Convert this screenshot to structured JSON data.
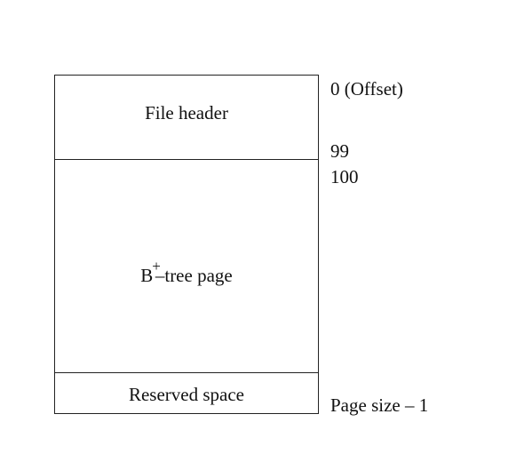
{
  "blocks": {
    "file_header": "File header",
    "btree_base": "B",
    "btree_sup": "+",
    "btree_rest": "–tree page",
    "reserved": "Reserved space"
  },
  "offsets": {
    "start": "0 (Offset)",
    "header_end": "99",
    "btree_start": "100",
    "page_end": "Page size – 1"
  }
}
